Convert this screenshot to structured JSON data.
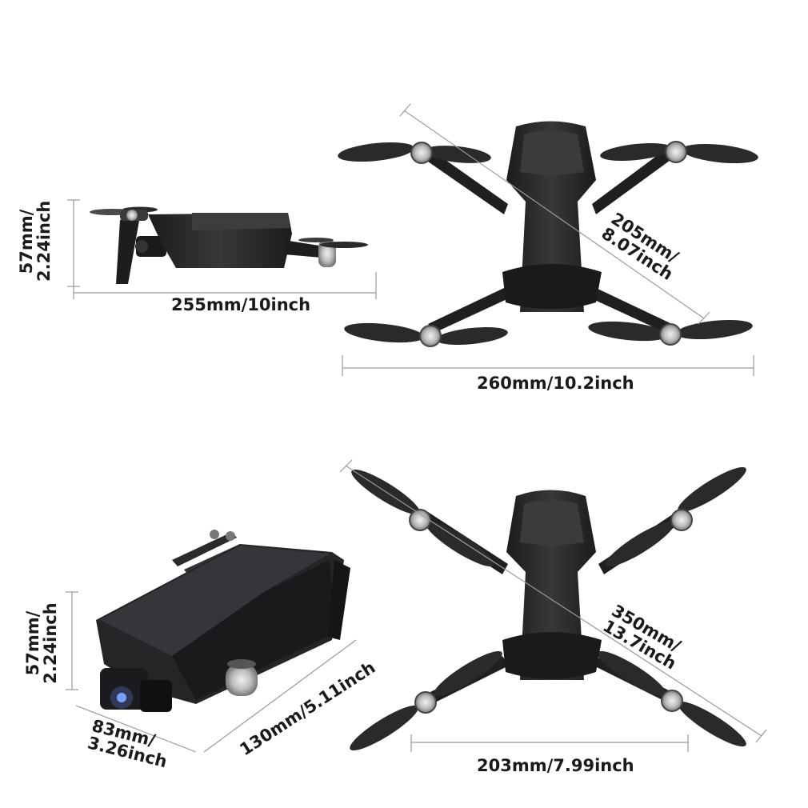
{
  "colors": {
    "background": "#ffffff",
    "drone_body": "#2b2b2d",
    "drone_dark": "#151517",
    "motor": "#c9c9c9",
    "dimension_line": "#9a9a9a",
    "label": "#1a1a1a"
  },
  "icons": {
    "drone_side": "drone-side-icon",
    "drone_top_folded": "drone-top-icon",
    "drone_top_unfolded": "drone-top-icon",
    "drone_folded_3d": "drone-folded-icon"
  },
  "dimensions": {
    "side_height_mm": "57mm/",
    "side_height_in": "2.24inch",
    "side_length": "255mm/10inch",
    "top_diagonal_mm": "205mm/",
    "top_diagonal_in": "8.07inch",
    "top_width": "260mm/10.2inch",
    "folded_height_mm": "57mm/",
    "folded_height_in": "2.24inch",
    "folded_width_mm": "83mm/",
    "folded_width_in": "3.26inch",
    "folded_length": "130mm/5.11inch",
    "open_diagonal_mm": "350mm/",
    "open_diagonal_in": "13.7inch",
    "open_width": "203mm/7.99inch"
  }
}
